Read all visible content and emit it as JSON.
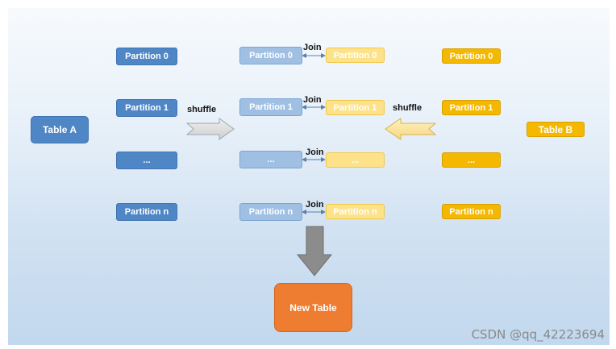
{
  "diagram": {
    "table_a": "Table A",
    "table_b": "Table B",
    "new_table": "New Table",
    "shuffle_label": "shuffle",
    "join_label": "Join",
    "left_partitions": [
      "Partition 0",
      "Partition 1",
      "...",
      "Partition n"
    ],
    "middle_blue": [
      "Partition 0",
      "Partition 1",
      "...",
      "Partition n"
    ],
    "middle_yellow": [
      "Partition 0",
      "Partition 1",
      "...",
      "Partition  n"
    ],
    "right_partitions": [
      "Partition 0",
      "Partition 1",
      "...",
      "Partition  n"
    ]
  },
  "watermark": "CSDN @qq_42223694",
  "colors": {
    "blue": "#4f86c6",
    "light_blue": "#9fc0e3",
    "yellow": "#f5b800",
    "light_yellow": "#fde28a",
    "orange": "#ef7d31"
  }
}
